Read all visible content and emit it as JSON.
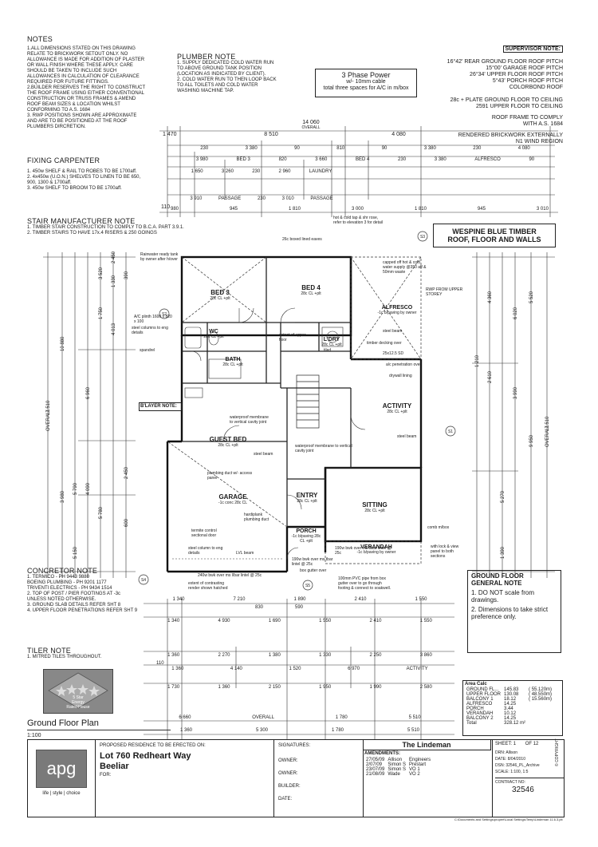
{
  "notes": {
    "title": "NOTES",
    "items": [
      "1.ALL DIMENSIONS STATED ON THIS DRAWING",
      "RELATE TO BRICKWORK SETOUT ONLY. NO",
      "ALLOWANCE IS MADE FOR ADDITION OF PLASTER",
      "OR WALL FINISH WHERE THESE APPLY. CARE",
      "SHOULD BE TAKEN TO INCLUDE SUCH",
      "ALLOWANCES IN CALCULATION OF CLEARANCE",
      "REQUIRED FOR FUTURE FITTINGS.",
      "2.BUILDER RESERVES THE RIGHT TO CONSTRUCT",
      "THE ROOF FRAME USING EITHER CONVENTIONAL",
      "CONSTRUCTION OR TRUSS FRAMES & AMEND",
      "ROOF BEAM SIZES & LOCATION WHILST",
      "CONFORMING TO A.S. 1684",
      "3. RWP POSITIONS SHOWN ARE APPROXIMATE",
      "AND ARE TO BE POSITIONED AT THE ROOF",
      "PLUMBERS DIRCRETION."
    ]
  },
  "plumber_note": {
    "title": "PLUMBER NOTE",
    "items": [
      "1. SUPPLY DEDICATED COLD WATER RUN",
      "TO ABOVE GROUND TANK POSITION",
      "(LOCATION AS INDICATED BY CLIENT).",
      "2. COLD WATER RUN TO THEN LOOP BACK",
      "TO ALL TOILETS AND COLD WATER",
      "WASHING MACHINE TAP."
    ]
  },
  "power_box": {
    "title": "3 Phase Power",
    "line1": "w/- 10mm cable",
    "line2": "total three spaces for A/C in m/box"
  },
  "supervisor": {
    "title": "SUPERVISOR NOTE:",
    "pitches": [
      "16°42' REAR GROUND FLOOR ROOF PITCH",
      "15°00' GARAGE ROOF PITCH",
      "26°34' UPPER FLOOR ROOF PITCH",
      "5°43' PORCH ROOF PITCH",
      "COLORBOND ROOF"
    ],
    "ceilings": [
      "28c + PLATE GROUND FLOOR TO CEILING",
      "2591 UPPER FLOOR TO CEILING"
    ],
    "frame": [
      "ROOF FRAME TO COMPLY",
      "WITH A.S. 1684"
    ],
    "brick": [
      "RENDERED BRICKWORK EXTERNALLY",
      "N1 WIND REGION"
    ]
  },
  "fixing_carpenter": {
    "title": "FIXING CARPENTER",
    "items": [
      "1. 450w SHELF & RAIL TO ROBES TO BE 1700aff.",
      "2. 4x450w (U.O.N.) SHELVES TO LINEN TO BE 650,",
      "900, 1300 & 1700aff.",
      "3. 450w SHELF TO BROOM TO BE 1700aff."
    ]
  },
  "stair_note": {
    "title": "STAIR MANUFACTURER NOTE",
    "items": [
      "1. TIMBER STAIR CONSTRUCTION TO COMPLY TO B.C.A. PART 3.9.1.",
      "2. TIMBER STAIRS TO HAVE 17x.4 RISERS & 250 GOINGS"
    ]
  },
  "wespine": {
    "line1": "WESPINE BLUE TIMBER",
    "line2": "ROOF, FLOOR AND WALLS"
  },
  "dims_top": {
    "overall": "14 060",
    "overall_label": "OVERALL",
    "a": "8 510",
    "b": "4 080",
    "left": "1 470",
    "row2": [
      "230",
      "3 380",
      "90",
      "810",
      "90",
      "3 380",
      "230",
      "4 080"
    ],
    "row3": [
      "3 980",
      "BED 3",
      "820",
      "3 660",
      "BED 4",
      "230",
      "3 380",
      "ALFRESCO",
      "90"
    ],
    "row4": [
      "1 650",
      "3 260",
      "230",
      "2 960",
      "LAUNDRY"
    ],
    "row5": [
      "3 910",
      "PASSAGE",
      "230",
      "3 010",
      "PASSAGE"
    ],
    "row6": [
      "980",
      "945",
      "1 810",
      "3 000",
      "1 810",
      "945",
      "3 010"
    ],
    "left_small": "110"
  },
  "rooms": {
    "bed3": {
      "name": "BED 3",
      "sub": "28c CL +plt"
    },
    "bed4": {
      "name": "BED 4",
      "sub": "28c CL +plt"
    },
    "wc": {
      "name": "WC",
      "sub": "28c CL +plt"
    },
    "bath": {
      "name": "BATH",
      "sub": "28c CL +plt"
    },
    "ldry": {
      "name": "L'DRY",
      "sub": "28c CL +plt"
    },
    "alfresco": {
      "name": "ALFRESCO",
      "sub": "-1c b/paving by owner"
    },
    "activity": {
      "name": "ACTIVITY",
      "sub": "28c CL +plt"
    },
    "guestbed": {
      "name": "GUEST BED",
      "sub": "28c CL +plt"
    },
    "garage": {
      "name": "GARAGE",
      "sub": "-1c conc 28c CL"
    },
    "entry": {
      "name": "ENTRY",
      "sub": "28c CL +plt"
    },
    "sitting": {
      "name": "SITTING",
      "sub": "28c CL +plt"
    },
    "porch": {
      "name": "PORCH",
      "sub": "-1c b/paving 28c CL +plt"
    },
    "verandah": {
      "name": "VERANDAH",
      "sub": "-1c b/paving by owner"
    }
  },
  "plan_labels": [
    "Rainwater ready tank by owner after h/over",
    "capped off hot & cold water supply @350 aff & 50mm waste",
    "RWP FROM UPPER STOREY",
    "steel beam",
    "timber decking over",
    "25x12.5 SD",
    "a/c penetration over",
    "drywall lining",
    "hot & cold tap & shr rose, refer to elevation 3 for detail",
    "26c boxed lined eaves",
    "spandrel",
    "steel columns to eng details",
    "A/C plinth 1600 x 820 x 100",
    "B'LAYER NOTE:",
    "waterproof membrane to vertical cavity joint",
    "waterproof membrane to vertical cavity joint",
    "plumbing duct w/- access panel",
    "hardiplank plumbing duct",
    "termite control sectional door",
    "steel column to eng details",
    "LVL beam",
    "steel beam",
    "190w bwk over ms l/bar lintel @ 25c",
    "190w bwk over ms tbar lintel @ 25c",
    "with lock & view panel to both sections",
    "comb m/box",
    "extent of contrasting render shown hatched",
    "100mm PVC pipe from box gutter over to go through footing & connect to soakwell.",
    "box gutter over",
    "240w bwk over ms l/bar lintel @ 25c",
    "extent of upper floor",
    "tiled",
    "steel beam"
  ],
  "dims_bottom": {
    "row1": [
      "1 340",
      "7 210",
      "1 890",
      "2 410",
      "1 550"
    ],
    "row1b": [
      "830",
      "590"
    ],
    "row2": [
      "1 340",
      "4 930",
      "1 690",
      "1 550",
      "2 410",
      "1 550"
    ],
    "row3": [
      "1 360",
      "2 270",
      "1 380",
      "1 330",
      "2 250",
      "3 860"
    ],
    "row4": [
      "1 360",
      "4 140",
      "1 520",
      "6 970",
      "ACTIVITY"
    ],
    "row5": [
      "1 730",
      "1 360",
      "2 150",
      "1 950",
      "1 990",
      "2 580"
    ],
    "row6": [
      "6 660",
      "OVERALL",
      "1 780",
      "5 510"
    ],
    "row7": [
      "1 360",
      "5 300",
      "1 780",
      "5 510"
    ],
    "left": "110"
  },
  "dims_left": [
    "17 510",
    "OVERALL",
    "10 880",
    "3 980",
    "5 790",
    "5 150",
    "6 960",
    "4 090",
    "3 520",
    "1 750",
    "2 450",
    "1 330",
    "4 013",
    "390",
    "600",
    "5 780",
    "2 450"
  ],
  "dims_right": [
    "17 510",
    "OVERALL",
    "9 950",
    "5 520",
    "6 020",
    "3 990",
    "5 270",
    "1 390",
    "2 610",
    "1 210",
    "4 360"
  ],
  "ground_floor_note": {
    "title": "GROUND FLOOR",
    "subtitle": "GENERAL NOTE",
    "items": [
      "1. DO NOT scale from drawings.",
      "2. Dimensions to take strict preference only."
    ]
  },
  "concreter_note": {
    "title": "CONCRETOR NOTE",
    "items": [
      "1. TERMICO - PH 9443 9880",
      "BOEING PLUMBING - PH 9201 1177",
      "TRIVENTI ELECTRICS - PH 9434 1514",
      "2. TOP OF POST / PIER FOOTINGS AT -3c",
      "UNLESS NOTED OTHERWISE.",
      "3. GROUND SLAB DETAILS REFER SHT 8",
      "4. UPPER FLOOR PENETRATIONS REFER SHT 9"
    ]
  },
  "tiler_note": {
    "title": "TILER NOTE",
    "items": [
      "1. MITRED TILES THROUGHOUT."
    ]
  },
  "energy_badge": {
    "line1": "5 Star",
    "line2": "Energy",
    "line3": "Rated House"
  },
  "area_calc": {
    "title": "Area Calc",
    "rows": [
      [
        "GROUND FL...",
        "145.83",
        "( 55.120m)"
      ],
      [
        "UPPER FLOOR",
        "130.08",
        "( 48.550m)"
      ],
      [
        "BALCONY 1",
        "18.12",
        "( 15.560m)"
      ],
      [
        "ALFRESCO",
        "14.25",
        ""
      ],
      [
        "PORCH",
        "3.44",
        ""
      ],
      [
        "VERANDAH",
        "10.12",
        ""
      ],
      [
        "BALCONY 2",
        "14.25",
        ""
      ],
      [
        "Total",
        "328.12 m²",
        ""
      ]
    ]
  },
  "plan_title": "Ground Floor Plan",
  "scale": "1:100",
  "title_block": {
    "logo": "apg",
    "tagline": "life | style | choice",
    "proposed": "PROPOSED RESIDENCE TO BE ERECTED ON:",
    "lot": "Lot 760 Redheart Way",
    "suburb": "Beeliar",
    "for": "FOR:",
    "signatures": "SIGNATURES:",
    "owner1": "OWNER:",
    "owner2": "OWNER:",
    "builder": "BUILDER:",
    "date": "DATE:",
    "design": "The Lindeman",
    "amendments": "AMENDMENTS:",
    "amend_rows": [
      [
        "27/05/09",
        "Allison",
        "Engineers"
      ],
      [
        "2/07/09",
        "Simon S",
        "Prestart"
      ],
      [
        "23/07/09",
        "Simon S",
        "VO 1"
      ],
      [
        "21/08/09",
        "Wade",
        "VO 2"
      ]
    ],
    "sheet_label": "SHEET:",
    "sheet": "1",
    "of": "OF 12",
    "drn_label": "DRN:",
    "drn": "Allison",
    "date_label": "DATE:",
    "date_val": "8/04/2010",
    "dsn_label": "DSN:",
    "dsn": "32546_PL_Archive",
    "scale_label": "SCALE:",
    "scale_val": "1:100, 1:5",
    "contract_label": "CONTRACT NO:",
    "contract": "32546",
    "copyright": "© COPYRIGHT"
  },
  "footer_path": "C:\\Documents and Settings\\propert\\Local Settings\\Temp\\Lindeman 11.6.3.plt"
}
